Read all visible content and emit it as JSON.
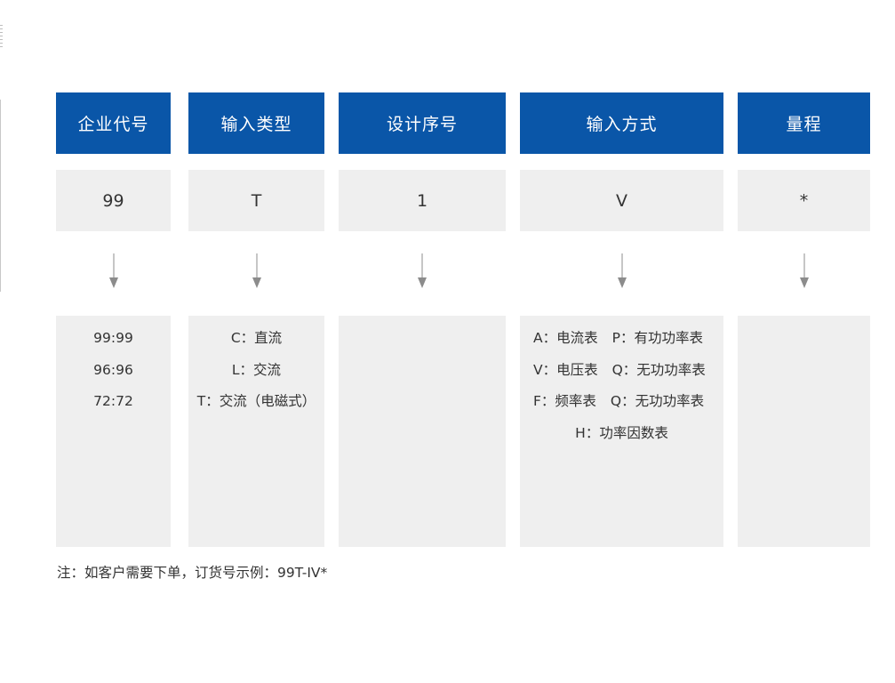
{
  "columns": [
    {
      "header": "企业代号",
      "code": "99",
      "options": [
        "99:99",
        "96:96",
        "72:72"
      ]
    },
    {
      "header": "输入类型",
      "code": "T",
      "options": [
        "C：直流",
        "L：交流",
        "T：交流（电磁式）"
      ]
    },
    {
      "header": "设计序号",
      "code": "1",
      "options": []
    },
    {
      "header": "输入方式",
      "code": "V",
      "options_rows": [
        [
          "A：电流表",
          "P：有功功率表"
        ],
        [
          "V：电压表",
          "Q：无功功率表"
        ],
        [
          "F：频率表",
          "Q：无功功率表"
        ],
        [
          "H：功率因数表"
        ]
      ]
    },
    {
      "header": "量程",
      "code": "*",
      "options": []
    }
  ],
  "note": "注：如客户需要下单，订货号示例：99T-IV*",
  "colors": {
    "header_bg": "#0a56a8",
    "header_text": "#ffffff",
    "panel_bg": "#efefef",
    "arrow": "#8c8c8c",
    "text": "#333333"
  }
}
